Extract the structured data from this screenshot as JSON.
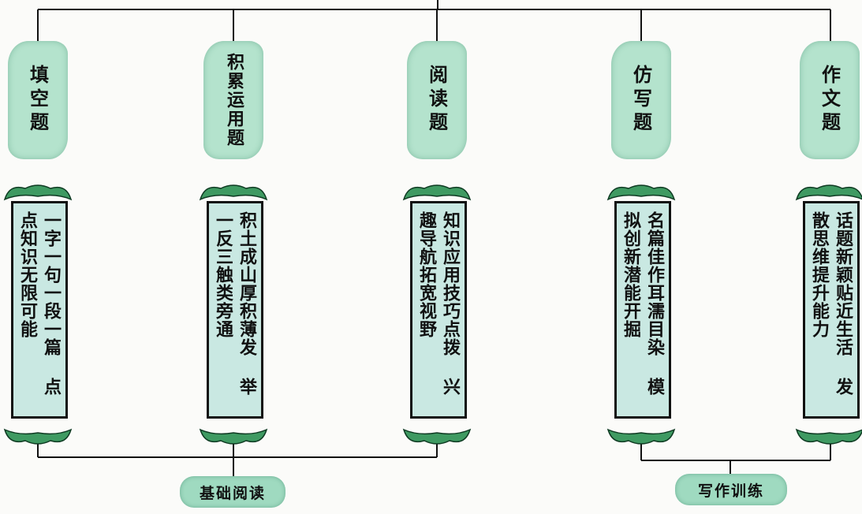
{
  "columns": [
    {
      "header": "填空题",
      "content": "一字一句一段一篇 点点知识无限可能"
    },
    {
      "header": "积累运用题",
      "content": "积土成山厚积薄发 举一反三触类旁通"
    },
    {
      "header": "阅读题",
      "content": "知识应用技巧点拨 兴趣导航拓宽视野"
    },
    {
      "header": "仿写题",
      "content": "名篇佳作耳濡目染 模拟创新潜能开掘"
    },
    {
      "header": "作文题",
      "content": "话题新颖贴近生活 发散思维提升能力"
    }
  ],
  "groups": [
    {
      "label": "基础阅读"
    },
    {
      "label": "写作训练"
    }
  ],
  "colors": {
    "tag": "#b4e3cd",
    "scroll": "#c9e8e2",
    "leaf": "#3f9a62",
    "line": "#111111"
  }
}
